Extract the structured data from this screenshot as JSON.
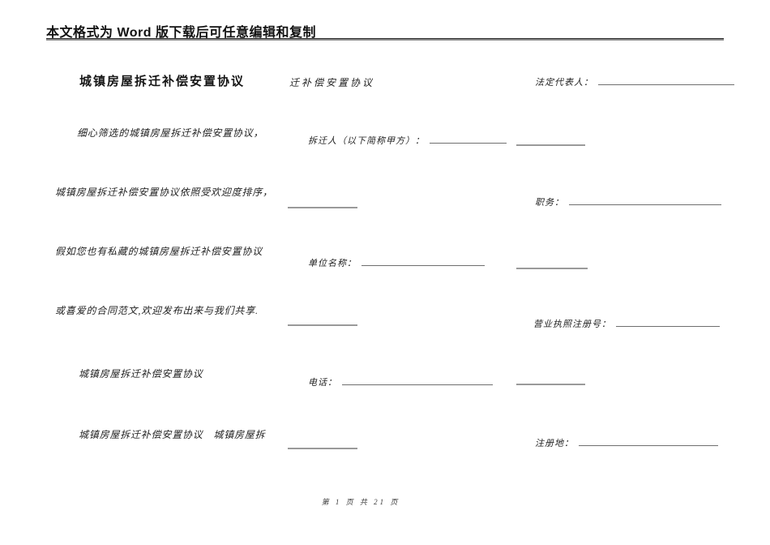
{
  "header": {
    "notice": "本文格式为 Word 版下载后可任意编辑和复制"
  },
  "left": {
    "title": "城镇房屋拆迁补偿安置协议",
    "paragraphs": [
      "细心筛选的城镇房屋拆迁补偿安置协议，",
      "城镇房屋拆迁补偿安置协议依照受欢迎度排序，",
      "假如您也有私藏的城镇房屋拆迁补偿安置协议",
      "或喜爱的合同范文,欢迎发布出来与我们共享.",
      "城镇房屋拆迁补偿安置协议",
      "城镇房屋拆迁补偿安置协议　城镇房屋拆"
    ]
  },
  "middle": {
    "title_continuation": "迁补偿安置协议",
    "fields": [
      {
        "label": "拆迁人（以下简称甲方）："
      },
      {
        "label": "单位名称："
      },
      {
        "label": "电话："
      }
    ]
  },
  "right": {
    "fields": [
      {
        "label": "法定代表人："
      },
      {
        "label": "职务："
      },
      {
        "label": "营业执照注册号："
      },
      {
        "label": "注册地："
      }
    ]
  },
  "footer": {
    "page_info": "第 1 页 共 21 页"
  },
  "colors": {
    "page_background": "#ffffff",
    "text": "#1c1c1c",
    "header_rule": "#8a8a8a",
    "blank_line": "#9a9a9a"
  }
}
